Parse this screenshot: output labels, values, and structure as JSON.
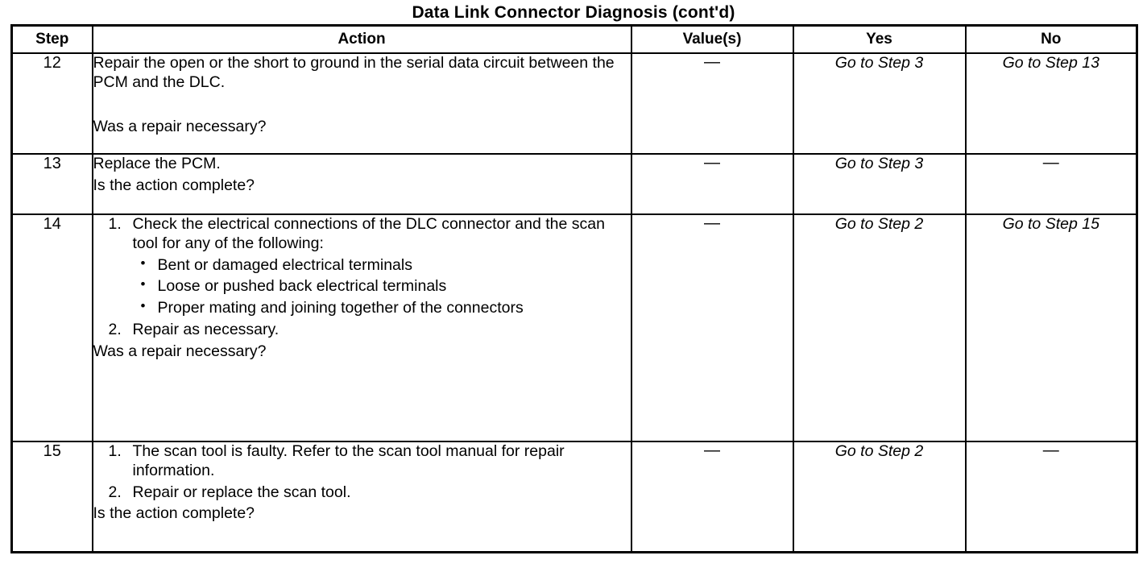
{
  "document": {
    "title": "Data Link Connector Diagnosis  (cont'd)"
  },
  "table": {
    "headers": {
      "step": "Step",
      "action": "Action",
      "value": "Value(s)",
      "yes": "Yes",
      "no": "No"
    },
    "rows": [
      {
        "step": "12",
        "action": {
          "paragraphs": [
            "Repair the open or the short to ground in the serial data circuit between the PCM and the DLC."
          ],
          "question": "Was a repair necessary?"
        },
        "value": "—",
        "yes": "Go to Step 3",
        "no": "Go to Step 13"
      },
      {
        "step": "13",
        "action": {
          "paragraphs": [
            "Replace the PCM."
          ],
          "question": "Is the action complete?"
        },
        "value": "—",
        "yes": "Go to Step 3",
        "no": "—"
      },
      {
        "step": "14",
        "action": {
          "items": [
            {
              "num": "1.",
              "text": "Check the electrical connections of the DLC connector and the scan tool for any of the following:",
              "bullets": [
                "Bent or damaged electrical terminals",
                "Loose or pushed back electrical terminals",
                "Proper mating and joining together of the connectors"
              ]
            },
            {
              "num": "2.",
              "text": "Repair as necessary.",
              "bullets": []
            }
          ],
          "question": "Was a repair necessary?"
        },
        "value": "—",
        "yes": "Go to Step 2",
        "no": "Go to Step 15"
      },
      {
        "step": "15",
        "action": {
          "items": [
            {
              "num": "1.",
              "text": "The scan tool is faulty. Refer to the scan tool manual for repair information.",
              "bullets": []
            },
            {
              "num": "2.",
              "text": "Repair or replace the scan tool.",
              "bullets": []
            }
          ],
          "question": "Is the action complete?"
        },
        "value": "—",
        "yes": "Go to Step 2",
        "no": "—"
      }
    ]
  },
  "symbols": {
    "bullet": "•"
  }
}
